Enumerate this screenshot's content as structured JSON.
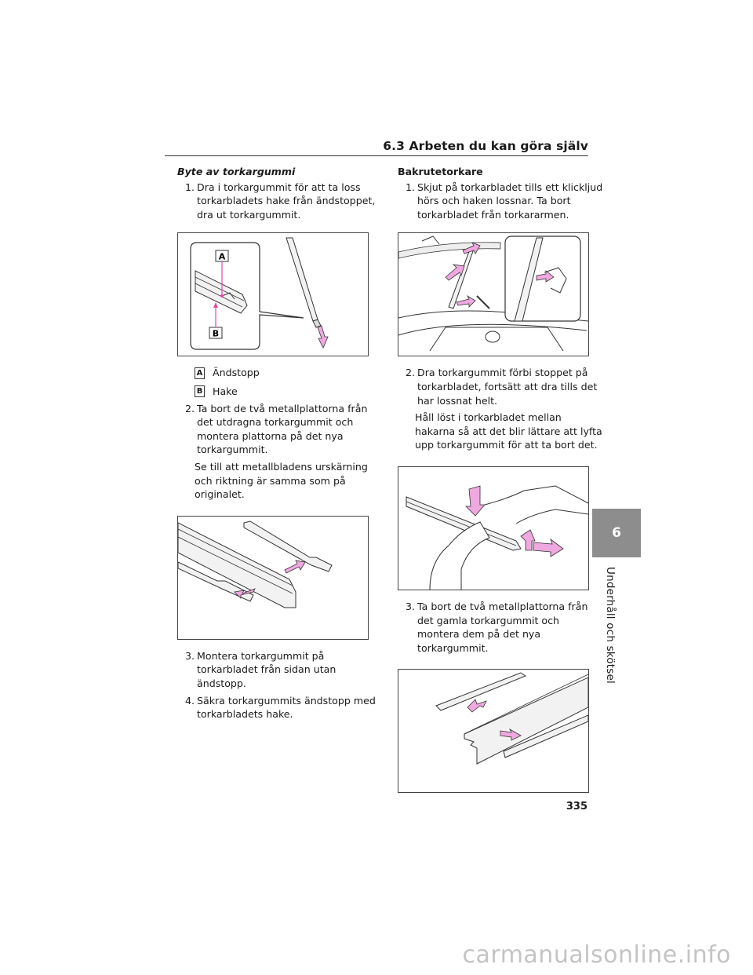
{
  "header": {
    "section_title": "6.3 Arbeten du kan göra själv"
  },
  "left": {
    "title": "Byte av torkargummi",
    "step1": {
      "num": "1.",
      "text": "Dra i torkargummit för att ta loss torkarbladets hake från ändstoppet, dra ut torkargummit."
    },
    "legend": [
      {
        "key": "A",
        "label": "Ändstopp"
      },
      {
        "key": "B",
        "label": "Hake"
      }
    ],
    "step2": {
      "num": "2.",
      "text": "Ta bort de två metallplattorna från det utdragna torkargummit och montera plattorna på det nya torkargummit."
    },
    "step2_note": "Se till att metallbladens urskärning och riktning är samma som på originalet.",
    "step3": {
      "num": "3.",
      "text": "Montera torkargummit på torkarbladet från sidan utan ändstopp."
    },
    "step4": {
      "num": "4.",
      "text": "Säkra torkargummits ändstopp med torkarbladets hake."
    }
  },
  "right": {
    "title": "Bakrutetorkare",
    "step1": {
      "num": "1.",
      "text": "Skjut på torkarbladet tills ett klickljud hörs och haken lossnar. Ta bort torkarbladet från torkararmen."
    },
    "step2": {
      "num": "2.",
      "text": "Dra torkargummit förbi stoppet på torkarbladet, fortsätt att dra tills det har lossnat helt."
    },
    "step2_note": "Håll löst i torkarbladet mellan hakarna så att det blir lättare att lyfta upp torkargummit för att ta bort det.",
    "step3": {
      "num": "3.",
      "text": "Ta bort de två metallplattorna från det gamla torkargummit och montera dem på det nya torkargummit."
    }
  },
  "figures": {
    "callout_a": "A",
    "callout_b": "B"
  },
  "colors": {
    "arrow": "#f0a8e0",
    "callout": "#e24aa5",
    "tab": "#8d8d8d"
  },
  "chapter": {
    "number": "6",
    "label": "Underhåll och skötsel"
  },
  "page_number": "335",
  "watermark": "carmanualsonline.info"
}
